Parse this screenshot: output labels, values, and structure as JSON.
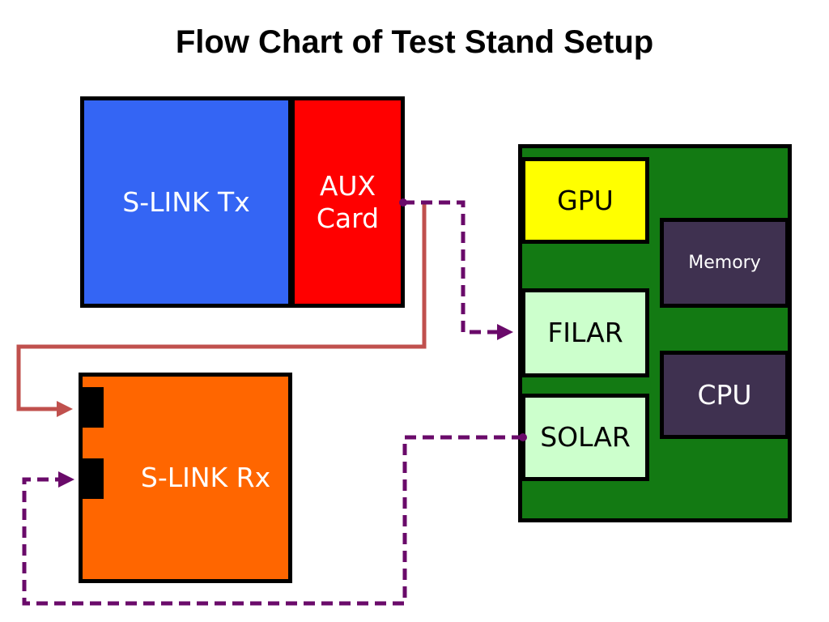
{
  "title": "Flow Chart of Test Stand Setup",
  "nodes": {
    "slink_tx": {
      "label": "S-LINK Tx",
      "color": "#3465f4"
    },
    "aux_card": {
      "label": "AUX\nCard",
      "color": "#ff0000"
    },
    "slink_rx": {
      "label": "S-LINK Rx",
      "color": "#ff6600"
    },
    "pc_board": {
      "label": "",
      "color": "#137a13"
    },
    "gpu": {
      "label": "GPU",
      "color": "#ffff00"
    },
    "memory": {
      "label": "Memory",
      "color": "#3f3150"
    },
    "filar": {
      "label": "FILAR",
      "color": "#ccffcc"
    },
    "cpu": {
      "label": "CPU",
      "color": "#3f3150"
    },
    "solar": {
      "label": "SOLAR",
      "color": "#ccffcc"
    }
  },
  "connections": [
    {
      "from": "aux_card",
      "to": "filar",
      "style": "dashed",
      "color": "#6a0a6a"
    },
    {
      "from": "aux_card",
      "to": "slink_rx",
      "style": "solid",
      "color": "#c0504d"
    },
    {
      "from": "solar",
      "to": "slink_rx",
      "style": "dashed",
      "color": "#6a0a6a"
    }
  ]
}
